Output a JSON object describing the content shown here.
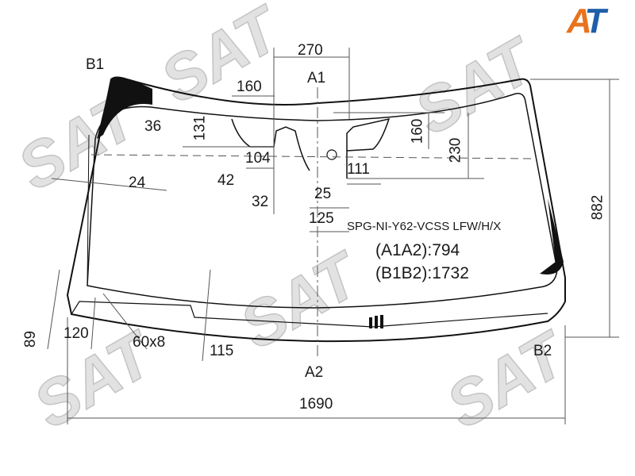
{
  "logo": {
    "text": "AT",
    "colors": {
      "a": "#e8731c",
      "t": "#1f5fa8"
    }
  },
  "watermark": "SAT",
  "points": {
    "b1": "B1",
    "b2": "B2",
    "a1": "A1",
    "a2": "A2"
  },
  "dimensions": {
    "d270": "270",
    "d160_top": "160",
    "d36": "36",
    "d131": "131",
    "d104": "104",
    "d42": "42",
    "d24": "24",
    "d32": "32",
    "d25": "25",
    "d125": "125",
    "d111": "111",
    "d160_right": "160",
    "d230": "230",
    "d882": "882",
    "d89": "89",
    "d120": "120",
    "d60x8": "60x8",
    "d115": "115",
    "d1690": "1690"
  },
  "part_code": "SPG-NI-Y62-VCSS LFW/H/X",
  "a1a2": "(A1A2):794",
  "b1b2": "(B1B2):1732"
}
